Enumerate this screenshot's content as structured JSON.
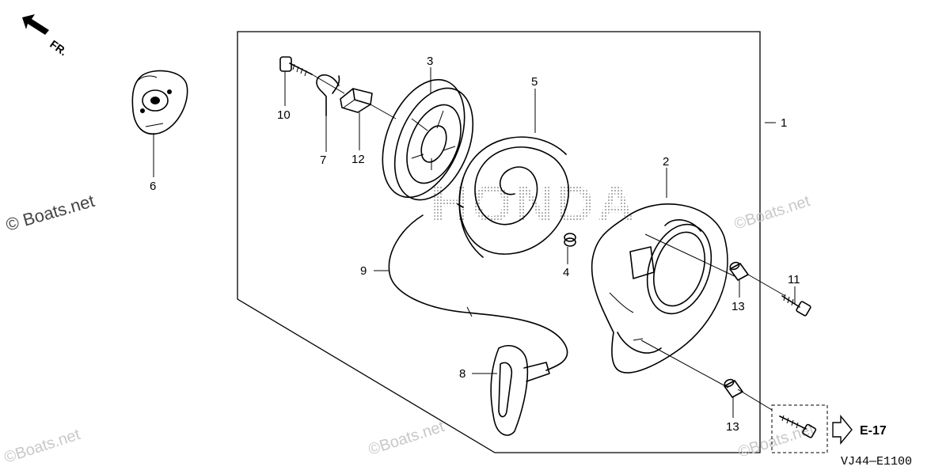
{
  "diagram": {
    "direction_label": "FR.",
    "callouts": [
      {
        "id": "c1",
        "text": "1"
      },
      {
        "id": "c2",
        "text": "2"
      },
      {
        "id": "c3",
        "text": "3"
      },
      {
        "id": "c4",
        "text": "4"
      },
      {
        "id": "c5",
        "text": "5"
      },
      {
        "id": "c6",
        "text": "6"
      },
      {
        "id": "c7",
        "text": "7"
      },
      {
        "id": "c8",
        "text": "8"
      },
      {
        "id": "c9",
        "text": "9"
      },
      {
        "id": "c10",
        "text": "10"
      },
      {
        "id": "c11",
        "text": "11"
      },
      {
        "id": "c12",
        "text": "12"
      },
      {
        "id": "c13a",
        "text": "13"
      },
      {
        "id": "c13b",
        "text": "13"
      }
    ],
    "reference_label": "E-17",
    "diagram_code": "VJ44—E1100",
    "brand_watermark": "HONDA",
    "watermarks": [
      "© Boats.net",
      "©Boats.net",
      "©Boats.net",
      "©Boats.net",
      "©Boats.net"
    ]
  }
}
